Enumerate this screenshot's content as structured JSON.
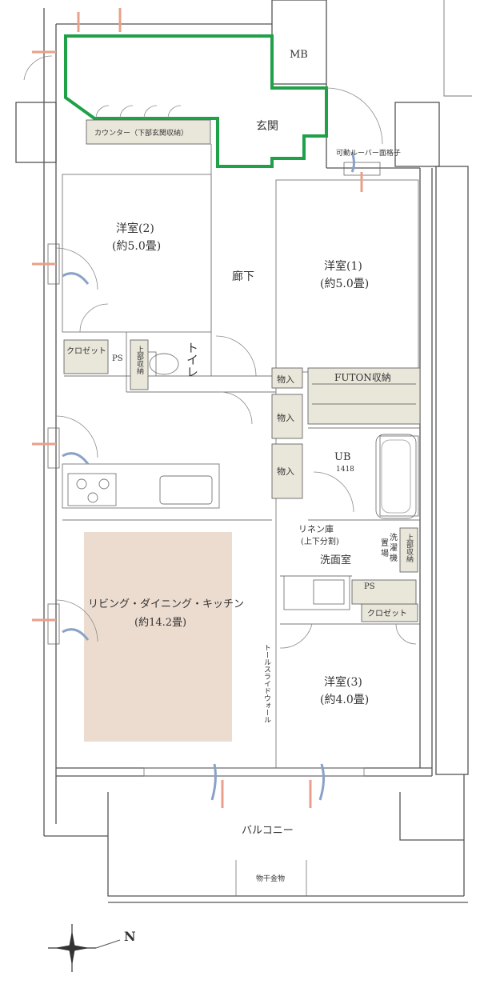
{
  "colors": {
    "entrance_outline": "#1fa148",
    "ldk_floor": "#ecdcd0",
    "storage_fill": "#e9e6da",
    "wall": "#555555",
    "airflow_warm": "#e8a08a",
    "airflow_cool": "#8aa2c8"
  },
  "rooms": {
    "mb": "MB",
    "entrance": "玄関",
    "counter": "カウンター（下部玄関収納）",
    "louver": "可動ルーバー面格子",
    "western2": {
      "name": "洋室(2)",
      "size": "(約5.0畳)"
    },
    "western1": {
      "name": "洋室(1)",
      "size": "(約5.0畳)"
    },
    "hallway": "廊下",
    "closet_left": "クロゼット",
    "ps_left": "PS",
    "upper_storage": "上部収納",
    "toilet": "トイレ",
    "storage_a": "物入",
    "storage_b": "物入",
    "storage_c": "物入",
    "futon": "FUTON収納",
    "ub": "UB",
    "ub_size": "1418",
    "linen_1": "リネン庫",
    "linen_2": "(上下分割)",
    "washroom": "洗面室",
    "washer_1": "洗",
    "washer_2": "濯",
    "washer_3": "機",
    "washer_4": "置",
    "washer_5": "場",
    "upper_storage_2": "上部収納",
    "ps_right": "PS",
    "closet_right": "クロゼット",
    "ldk": {
      "name": "リビング・ダイニング・キッチン",
      "size": "(約14.2畳)"
    },
    "slide_wall": "トールスライドウォール",
    "western3": {
      "name": "洋室(3)",
      "size": "(約4.0畳)"
    },
    "balcony": "バルコニー",
    "drying_rack": "物干金物"
  },
  "compass": {
    "label": "N",
    "icon": "compass-rose-icon"
  }
}
